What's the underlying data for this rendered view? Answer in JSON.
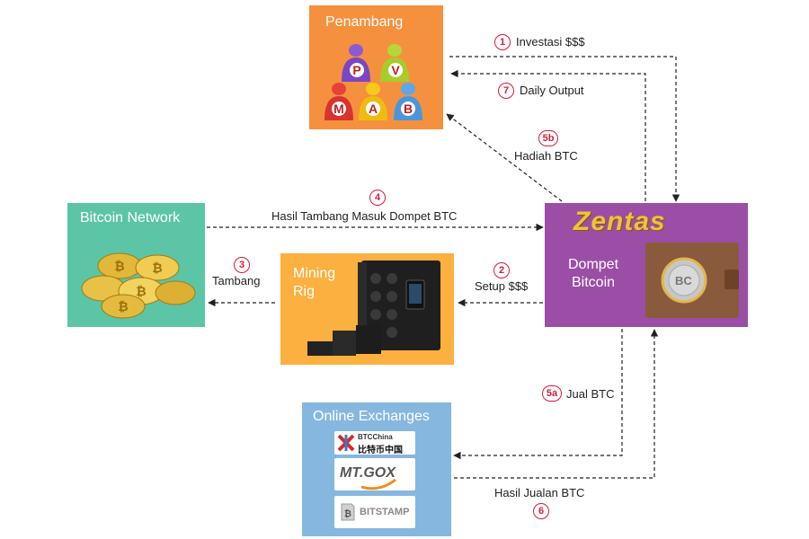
{
  "boxes": {
    "penambang": {
      "title": "Penambang",
      "letters": [
        "P",
        "V",
        "M",
        "A",
        "B"
      ]
    },
    "bitcoin_network": {
      "title": "Bitcoin Network"
    },
    "mining_rig": {
      "title_line1": "Mining",
      "title_line2": "Rig"
    },
    "dompet": {
      "logo": "Zentas",
      "title_line1": "Dompet",
      "title_line2": "Bitcoin",
      "coin_label": "BC"
    },
    "exchanges": {
      "title": "Online Exchanges",
      "logos": [
        {
          "line1": "BTCChina",
          "line2": "比特币中国"
        },
        {
          "line1": "MT.GOX"
        },
        {
          "line1": "BITSTAMP"
        }
      ]
    }
  },
  "flows": [
    {
      "num": "1",
      "label": "Investasi $$$"
    },
    {
      "num": "7",
      "label": "Daily Output"
    },
    {
      "num": "5b",
      "label": "Hadiah BTC"
    },
    {
      "num": "4",
      "label": "Hasil Tambang Masuk Dompet BTC"
    },
    {
      "num": "3",
      "label": "Tambang"
    },
    {
      "num": "2",
      "label": "Setup $$$"
    },
    {
      "num": "5a",
      "label": "Jual BTC"
    },
    {
      "num": "6",
      "label": "Hasil Jualan BTC"
    }
  ],
  "colors": {
    "penambang": "#f5913e",
    "bitcoin_network": "#5cc5a6",
    "mining_rig": "#fbb040",
    "dompet": "#9b4ea5",
    "exchanges": "#85b7df",
    "badge": "#d81b3a"
  }
}
